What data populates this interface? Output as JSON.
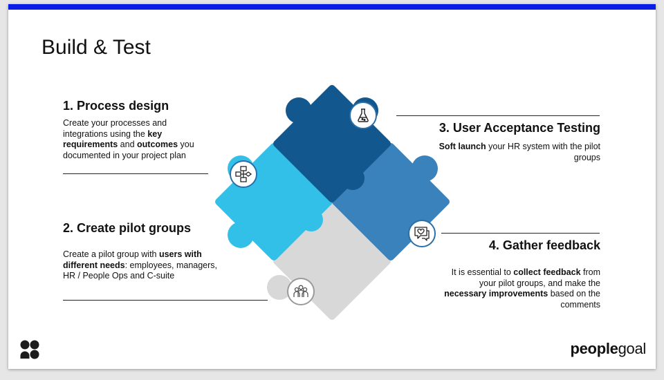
{
  "slide": {
    "title": "Build & Test",
    "colors": {
      "topbar": "#0a1ee6",
      "piece_top": "#12588f",
      "piece_left": "#33c0e8",
      "piece_right": "#3a82bc",
      "piece_bottom": "#d8d8d8"
    }
  },
  "steps": [
    {
      "heading": "1. Process design",
      "parts": [
        {
          "text": "Create your processes and integrations using the ",
          "bold": false
        },
        {
          "text": "key requirements",
          "bold": true
        },
        {
          "text": " and ",
          "bold": false
        },
        {
          "text": "outcomes",
          "bold": true
        },
        {
          "text": " you documented in your project plan",
          "bold": false
        }
      ]
    },
    {
      "heading": "2. Create pilot groups",
      "parts": [
        {
          "text": "Create a pilot group with ",
          "bold": false
        },
        {
          "text": "users with different needs",
          "bold": true
        },
        {
          "text": ": employees, managers, HR / People Ops and C-suite",
          "bold": false
        }
      ]
    },
    {
      "heading": "3. User Acceptance Testing",
      "parts": [
        {
          "text": "Soft launch",
          "bold": true
        },
        {
          "text": " your HR system with the pilot groups",
          "bold": false
        }
      ]
    },
    {
      "heading": "4. Gather feedback",
      "parts": [
        {
          "text": "It is essential to ",
          "bold": false
        },
        {
          "text": "collect feedback",
          "bold": true
        },
        {
          "text": " from your pilot groups, and make the ",
          "bold": false
        },
        {
          "text": "necessary improvements",
          "bold": true
        },
        {
          "text": " based on the comments",
          "bold": false
        }
      ]
    }
  ],
  "icons": {
    "top": "flask-icon",
    "left": "flowchart-icon",
    "right": "feedback-chat-icon",
    "bottom": "people-group-icon"
  },
  "brand": {
    "light": "people",
    "bold_part": "goal"
  }
}
